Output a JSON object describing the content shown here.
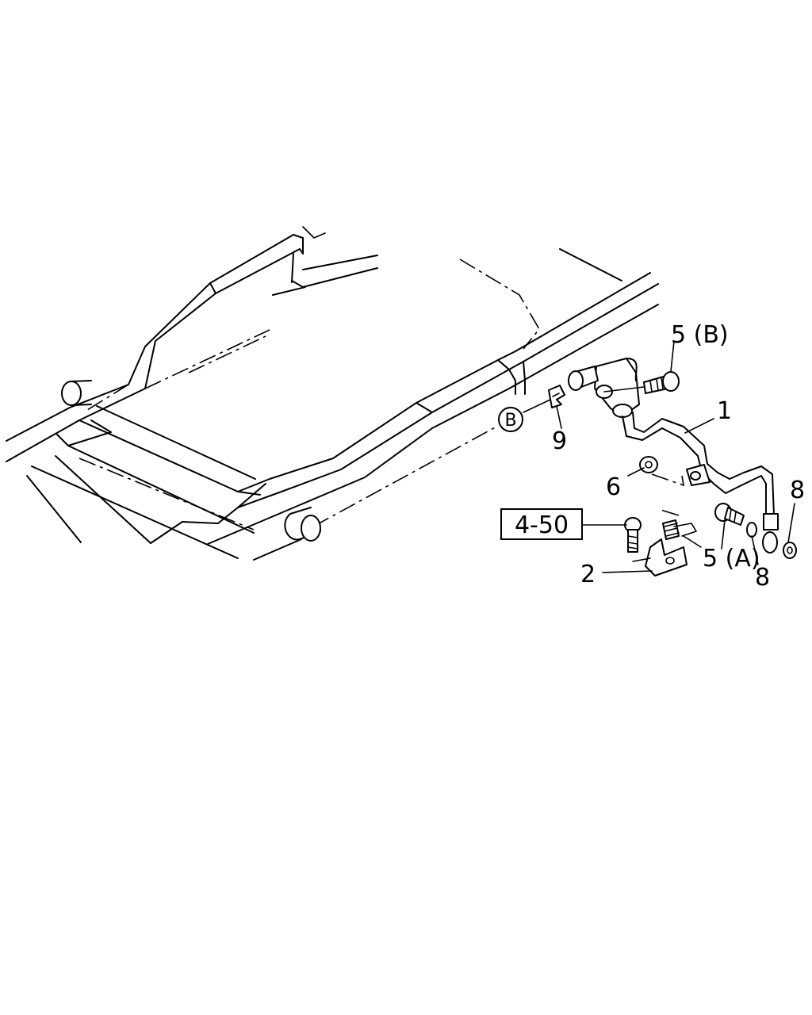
{
  "callouts": {
    "part_1": "1",
    "part_2": "2",
    "part_5b": "5 (B)",
    "part_5a": "5 (A)",
    "part_6": "6",
    "part_8_upper": "8",
    "part_8_lower": "8",
    "part_9": "9",
    "ref_b": "B",
    "section_ref": "4-50"
  }
}
